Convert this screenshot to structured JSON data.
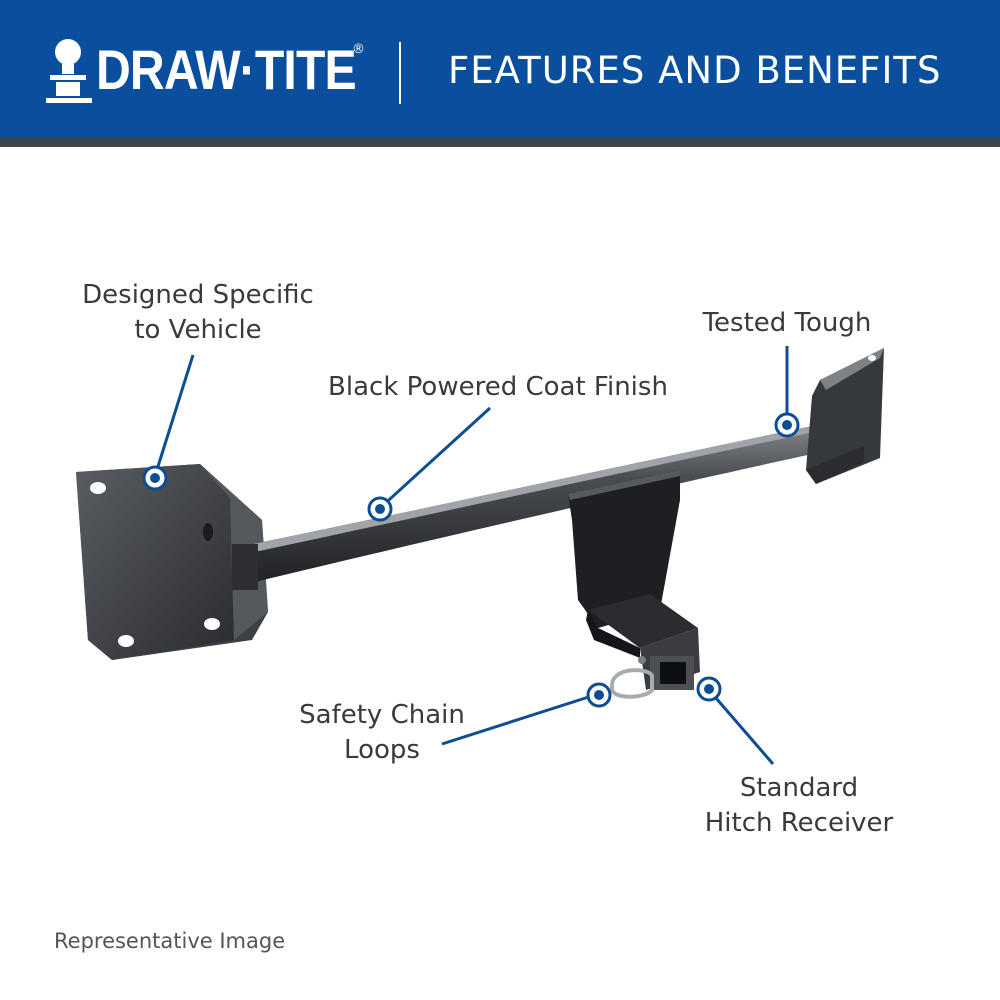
{
  "header": {
    "brand": "DRAW·TITE",
    "brand_mark": "®",
    "title": "FEATURES AND BENEFITS",
    "background_color": "#0a4f9e",
    "stripe_color": "#3f444b"
  },
  "callouts": {
    "designed_specific": {
      "line1": "Designed Specific",
      "line2": "to Vehicle"
    },
    "black_powder_coat": {
      "label": "Black Powered Coat Finish"
    },
    "tested_tough": {
      "label": "Tested Tough"
    },
    "safety_chain": {
      "line1": "Safety Chain",
      "line2": "Loops"
    },
    "hitch_receiver": {
      "line1": "Standard",
      "line2": "Hitch Receiver"
    }
  },
  "callout_color": "#0d4d92",
  "footer": {
    "note": "Representative Image"
  }
}
